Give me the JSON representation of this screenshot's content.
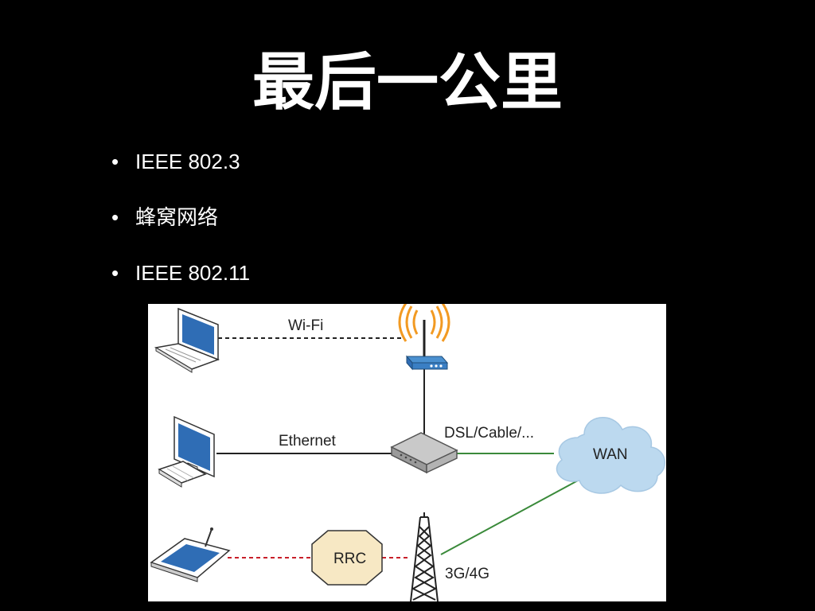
{
  "slide": {
    "title": "最后一公里",
    "bullets": [
      "IEEE 802.3",
      "蜂窝网络",
      "IEEE 802.11"
    ]
  },
  "diagram": {
    "labels": {
      "wifi": "Wi-Fi",
      "ethernet": "Ethernet",
      "dsl": "DSL/Cable/...",
      "wan": "WAN",
      "rrc": "RRC",
      "cellular": "3G/4G"
    },
    "icons": [
      "laptop-icon",
      "desktop-computer-icon",
      "tablet-icon",
      "wireless-router-icon",
      "modem-icon",
      "wan-cloud-icon",
      "rrc-octagon",
      "cell-tower-icon"
    ],
    "colors": {
      "wifi_link": "#222222",
      "ethernet_link": "#222222",
      "wan_link": "#3a8a3a",
      "rrc_link": "#c8202a",
      "cloud_fill": "#bcd9ef",
      "rrc_fill": "#f7e8c4",
      "screen_blue": "#2f6db5",
      "radio_waves": "#f29a22"
    }
  }
}
